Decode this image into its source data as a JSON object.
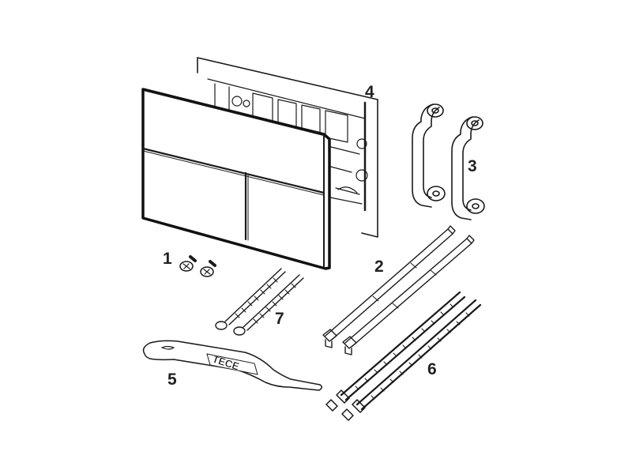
{
  "diagram": {
    "labels": {
      "part_1": "1",
      "part_2": "2",
      "part_3": "3",
      "part_4": "4",
      "part_5": "5",
      "part_6": "6",
      "part_7": "7"
    },
    "logo_text": "TECE",
    "colors": {
      "line": "#1a1a1a",
      "panel_fill": "#ffffff",
      "label": "#222222"
    }
  }
}
